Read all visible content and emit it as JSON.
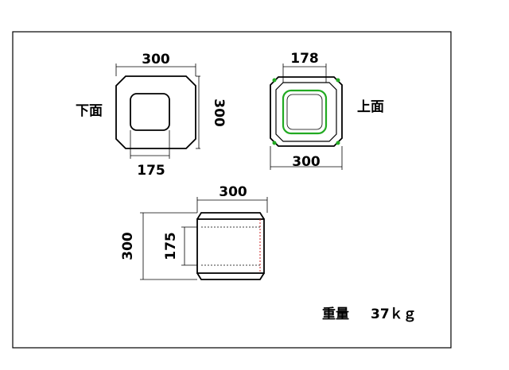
{
  "bottom_view": {
    "label": "下面",
    "width_dim": "300",
    "height_dim": "300",
    "inner_dim": "175"
  },
  "top_view": {
    "label": "上面",
    "inner_dim": "178",
    "width_dim": "300"
  },
  "side_view": {
    "width_dim": "300",
    "height_dim": "300",
    "inner_height_dim": "175"
  },
  "weight": {
    "label": "重量",
    "value": "37ｋｇ"
  },
  "colors": {
    "line": "#000000",
    "highlight": "#22aa22",
    "hidden_line": "#cc2222",
    "background": "#ffffff"
  }
}
